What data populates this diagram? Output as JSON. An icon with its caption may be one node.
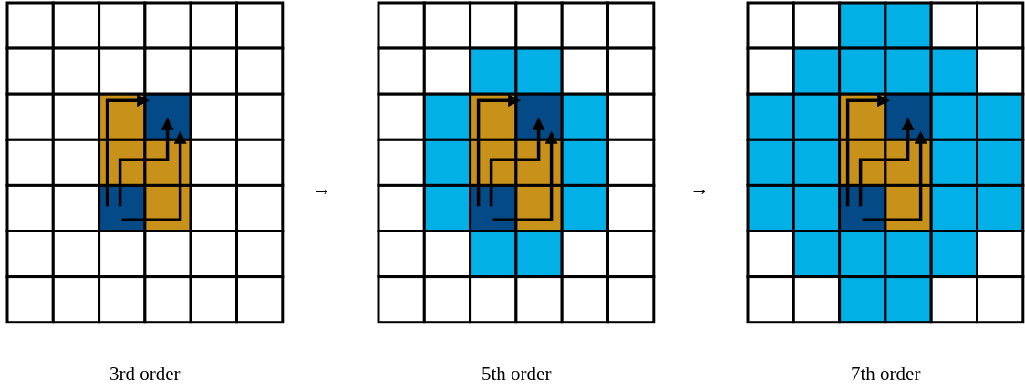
{
  "diagram": {
    "labels": [
      "→",
      "→",
      "3rd order",
      "5th order",
      "7th order"
    ]
  }
}
